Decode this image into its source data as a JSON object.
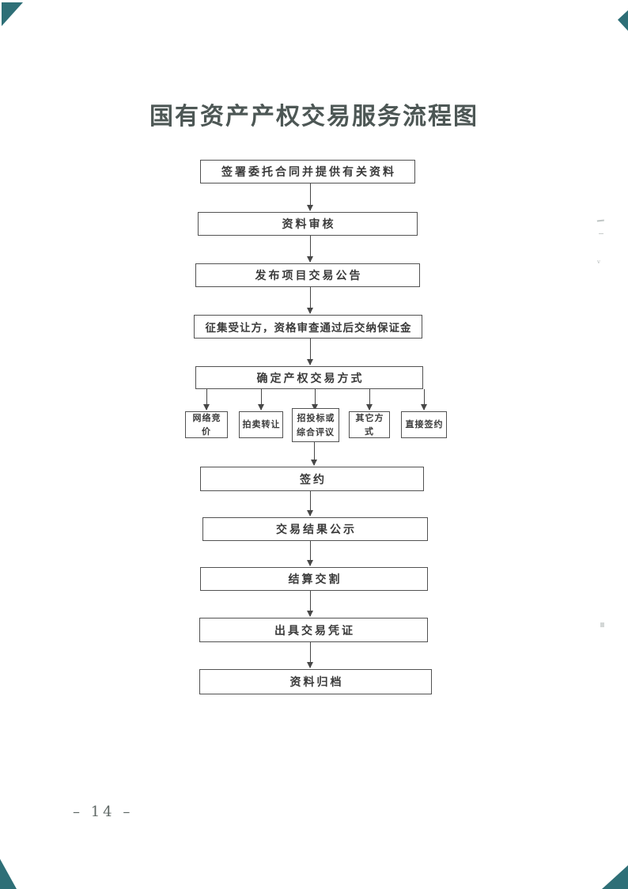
{
  "page": {
    "title": "国有资产产权交易服务流程图",
    "page_number": "– 14 –"
  },
  "flowchart": {
    "nodes": [
      {
        "id": "sign-entrust-contract",
        "label": "签署委托合同并提供有关资料"
      },
      {
        "id": "material-review",
        "label": "资料审核"
      },
      {
        "id": "publish-announcement",
        "label": "发布项目交易公告"
      },
      {
        "id": "collect-transferees",
        "label": "征集受让方，资格审查通过后交纳保证金"
      },
      {
        "id": "determine-method",
        "label": "确定产权交易方式"
      },
      {
        "id": "sign-contract",
        "label": "签约"
      },
      {
        "id": "result-publicity",
        "label": "交易结果公示"
      },
      {
        "id": "settlement-delivery",
        "label": "结算交割"
      },
      {
        "id": "issue-voucher",
        "label": "出具交易凭证"
      },
      {
        "id": "archive-materials",
        "label": "资料归档"
      }
    ],
    "branches": [
      {
        "id": "online-bidding",
        "label": "网络竞价"
      },
      {
        "id": "auction-transfer",
        "label": "拍卖转让"
      },
      {
        "id": "tender-or-evaluation",
        "label": "招投标或综合评议"
      },
      {
        "id": "other-methods",
        "label": "其它方式"
      },
      {
        "id": "direct-signing",
        "label": "直接签约"
      }
    ]
  },
  "colors": {
    "corner-teal": "#2e6f77",
    "box-border": "#525252",
    "box-text": "#3a3a3a",
    "title-color": "#4d5755",
    "arrow-color": "#474747",
    "pagenum-color": "#5d6663"
  }
}
